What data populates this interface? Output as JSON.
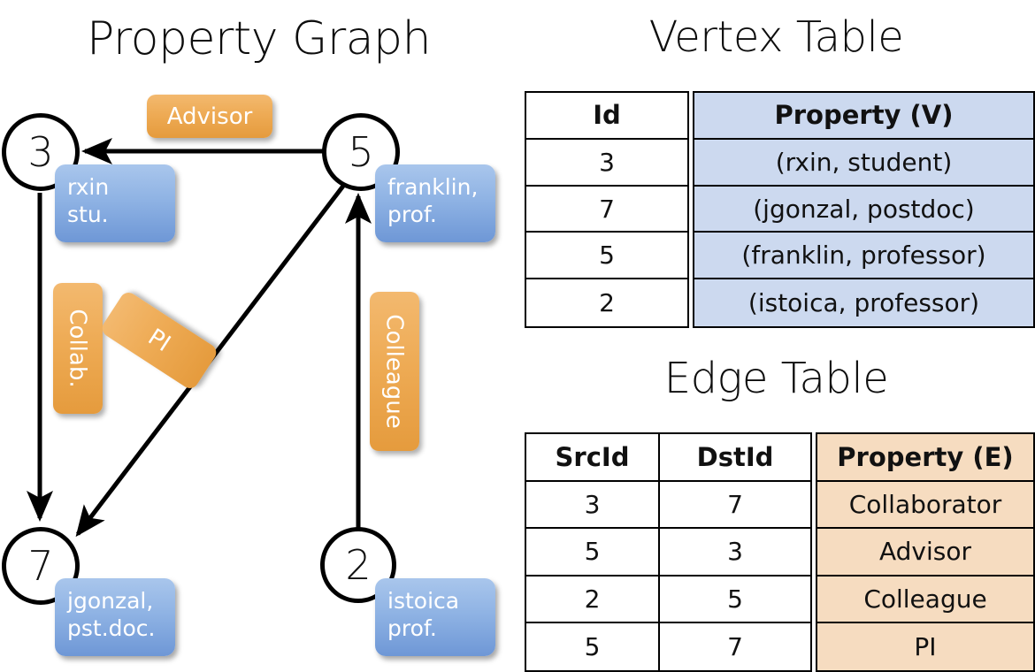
{
  "titles": {
    "property_graph": "Property Graph",
    "vertex_table": "Vertex Table",
    "edge_table": "Edge Table"
  },
  "colors": {
    "vertex_property_fill": "#ccd9ef",
    "edge_property_fill": "#f6dcc0",
    "callout_blue": "#8fb3e4",
    "label_orange": "#eeab55",
    "stroke": "#000000"
  },
  "graph": {
    "nodes": [
      {
        "id": "3",
        "callout_line1": "rxin",
        "callout_line2": "stu."
      },
      {
        "id": "5",
        "callout_line1": "franklin,",
        "callout_line2": "prof."
      },
      {
        "id": "7",
        "callout_line1": "jgonzal,",
        "callout_line2": "pst.doc."
      },
      {
        "id": "2",
        "callout_line1": "istoica",
        "callout_line2": "prof."
      }
    ],
    "edge_labels": [
      {
        "text": "Advisor",
        "orientation": "horizontal"
      },
      {
        "text": "Collab.",
        "orientation": "vertical"
      },
      {
        "text": "PI",
        "orientation": "diagonal"
      },
      {
        "text": "Colleague",
        "orientation": "vertical"
      }
    ],
    "edges": [
      {
        "src": "5",
        "dst": "3",
        "label": "Advisor"
      },
      {
        "src": "3",
        "dst": "7",
        "label": "Collab."
      },
      {
        "src": "5",
        "dst": "7",
        "label": "PI"
      },
      {
        "src": "2",
        "dst": "5",
        "label": "Colleague"
      }
    ]
  },
  "vertex_table": {
    "headers": [
      "Id",
      "Property (V)"
    ],
    "rows": [
      {
        "id": "3",
        "property": "(rxin, student)"
      },
      {
        "id": "7",
        "property": "(jgonzal, postdoc)"
      },
      {
        "id": "5",
        "property": "(franklin, professor)"
      },
      {
        "id": "2",
        "property": "(istoica, professor)"
      }
    ]
  },
  "edge_table": {
    "headers": [
      "SrcId",
      "DstId",
      "Property (E)"
    ],
    "rows": [
      {
        "src": "3",
        "dst": "7",
        "property": "Collaborator"
      },
      {
        "src": "5",
        "dst": "3",
        "property": "Advisor"
      },
      {
        "src": "2",
        "dst": "5",
        "property": "Colleague"
      },
      {
        "src": "5",
        "dst": "7",
        "property": "PI"
      }
    ]
  }
}
